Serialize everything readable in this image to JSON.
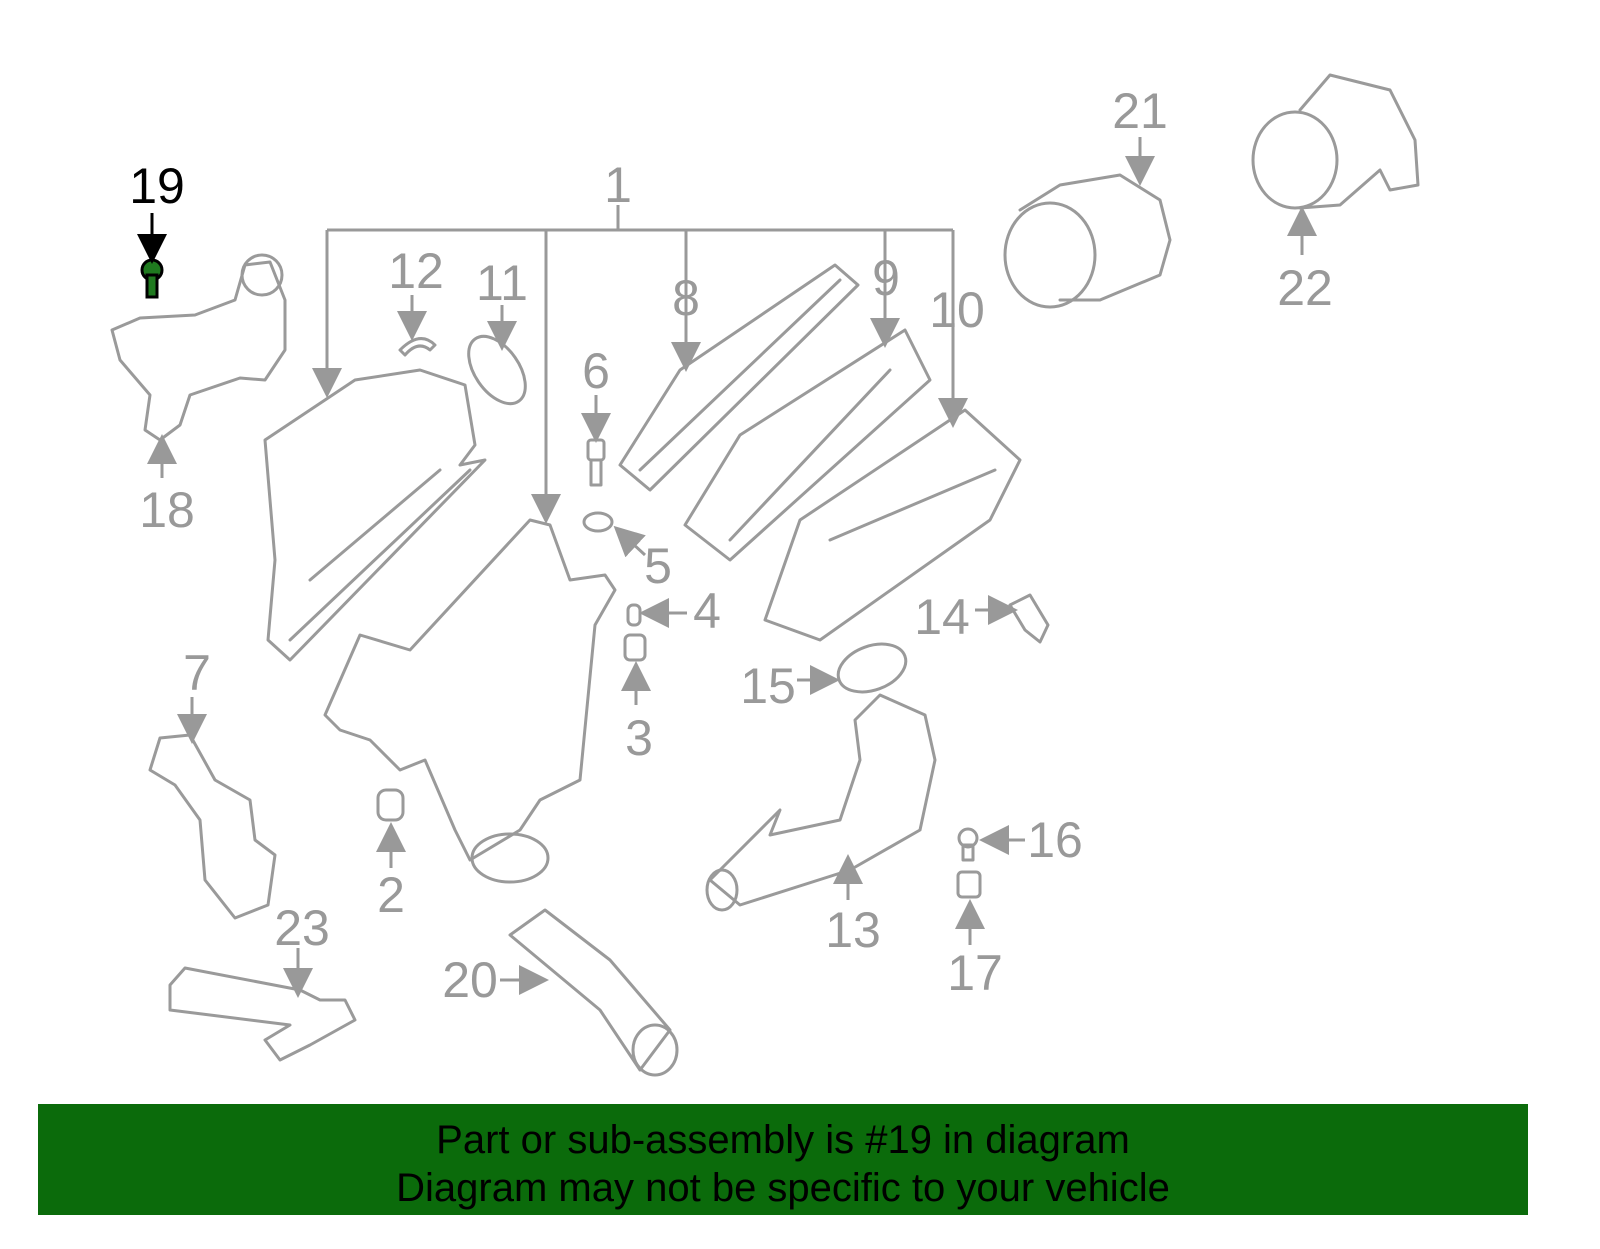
{
  "diagram": {
    "highlighted_part": "19",
    "callouts": [
      "1",
      "2",
      "3",
      "4",
      "5",
      "6",
      "7",
      "8",
      "9",
      "10",
      "11",
      "12",
      "13",
      "14",
      "15",
      "16",
      "17",
      "18",
      "19",
      "20",
      "21",
      "22",
      "23"
    ]
  },
  "banner": {
    "line1": "Part or sub-assembly is #19 in diagram",
    "line2": "Diagram may not be specific to your vehicle"
  },
  "colors": {
    "highlight": "#1f7a1f",
    "banner": "#0b6b0b",
    "lines": "#999999"
  }
}
